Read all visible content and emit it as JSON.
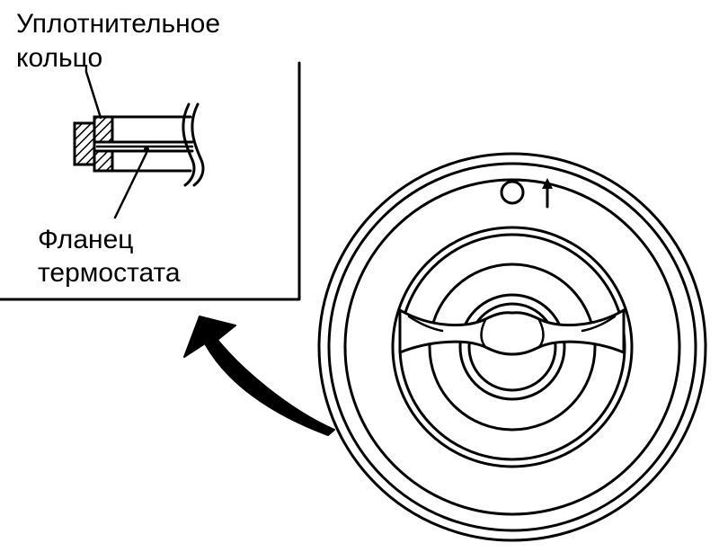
{
  "labels": {
    "seal_ring_line1": "Уплотнительное",
    "seal_ring_line2": "кольцо",
    "flange_line1": "Фланец",
    "flange_line2": "термостата"
  }
}
